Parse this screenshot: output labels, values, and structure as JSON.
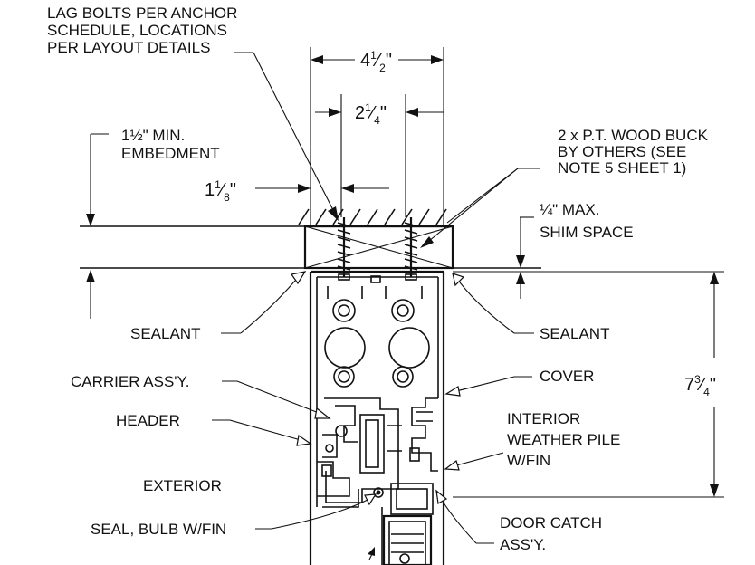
{
  "labels": {
    "lag_bolts": [
      "LAG BOLTS PER ANCHOR",
      "SCHEDULE, LOCATIONS",
      "PER LAYOUT DETAILS"
    ],
    "min_embedment": [
      "1½\" MIN.",
      "EMBEDMENT"
    ],
    "wood_buck": [
      "2 x P.T. WOOD BUCK",
      "BY OTHERS (SEE",
      "NOTE 5 SHEET 1)"
    ],
    "shim_space": [
      "¼\" MAX.",
      "SHIM SPACE"
    ],
    "sealant_left": "SEALANT",
    "sealant_right": "SEALANT",
    "carrier": "CARRIER ASS'Y.",
    "cover": "COVER",
    "header": "HEADER",
    "weather_pile": [
      "INTERIOR",
      "WEATHER PILE",
      "W/FIN"
    ],
    "exterior": "EXTERIOR",
    "seal_bulb": "SEAL, BULB W/FIN",
    "door_catch": [
      "DOOR CATCH",
      "ASS'Y."
    ]
  },
  "dimensions": {
    "overall_width": {
      "whole": "4",
      "num": "1",
      "den": "2",
      "unit": "\""
    },
    "inner_width": {
      "whole": "2",
      "num": "1",
      "den": "4",
      "unit": "\""
    },
    "edge_offset": {
      "whole": "1",
      "num": "1",
      "den": "8",
      "unit": "\""
    },
    "height": {
      "whole": "7",
      "num": "3",
      "den": "4",
      "unit": "\""
    }
  }
}
